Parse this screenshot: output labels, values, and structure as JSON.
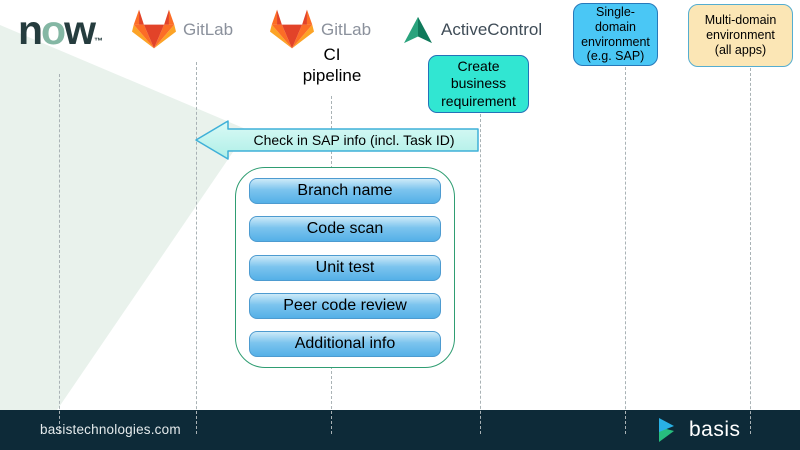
{
  "header": {
    "servicenow": {
      "part1": "n",
      "part2": "o",
      "part3": "w",
      "tm": "™"
    },
    "gitlab1": {
      "label": "GitLab"
    },
    "gitlab2": {
      "label": "GitLab"
    },
    "activecontrol": {
      "label": "ActiveControl"
    },
    "boxes": {
      "single_domain": {
        "text": "Single-\ndomain\nenvironment\n(e.g. SAP)"
      },
      "multi_domain": {
        "text": "Multi-domain\nenvironment\n(all apps)"
      }
    }
  },
  "labels": {
    "ci_pipeline": "CI\npipeline"
  },
  "flow": {
    "create_requirement": {
      "text": "Create\nbusiness\nrequirement"
    },
    "check_in_arrow": {
      "text": "Check in SAP info (incl. Task ID)"
    }
  },
  "pipeline": {
    "steps": [
      "Branch name",
      "Code scan",
      "Unit test",
      "Peer code review",
      "Additional info"
    ]
  },
  "footer": {
    "url": "basistechnologies.com",
    "brand": "basis"
  },
  "colors": {
    "servicenow_dark": "#253c3e",
    "servicenow_green": "#84b7a4",
    "gitlab_red": "#e24329",
    "gitlab_orange": "#fc6d26",
    "gitlab_yellow": "#fca326",
    "activecontrol_light": "#2aa37d",
    "activecontrol_dark": "#107a5b",
    "create_box_fill": "#31e6d2",
    "single_domain_fill": "#4ac7f5",
    "multi_domain_fill": "#fbe6b5",
    "arrow_border": "#3fb0d8",
    "step_button_fill": "#54b0e7",
    "container_border": "#2f9d72",
    "footer_bg": "#0d2a38",
    "basis_blue": "#29b1e6",
    "basis_green": "#27bd7e",
    "wedge_fill": "#e9f2ec"
  }
}
